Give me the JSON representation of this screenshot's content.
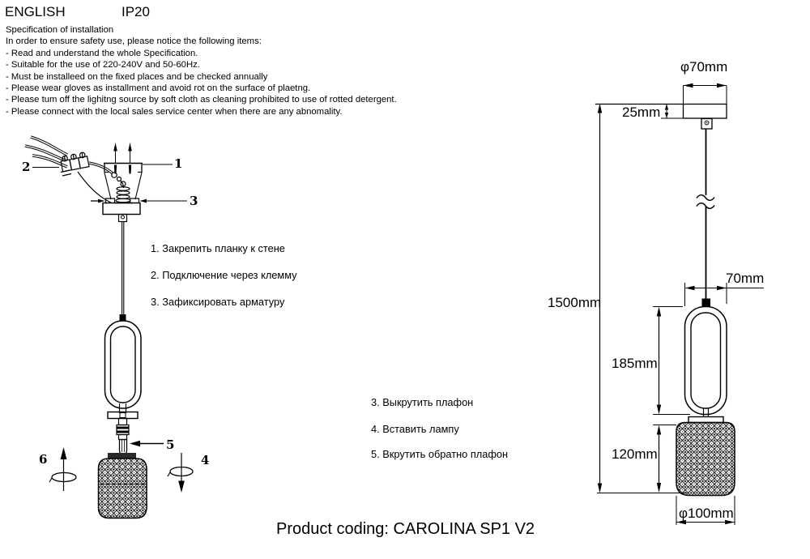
{
  "header": {
    "language": "ENGLISH",
    "ip_rating": "IP20"
  },
  "spec": {
    "title": "Specification of installation",
    "intro": "In order to ensure safety use, please notice the following items:",
    "items": [
      "- Read and understand the whole Specification.",
      "- Suitable for the use of 220-240V and 50-60Hz.",
      "- Must be installeed on the fixed places and be checked annually",
      "- Please wear gloves as installment and avoid rot on the surface of plaetng.",
      "- Please tum off the lighitng source by soft cloth as cleaning prohibited to use of rotted detergent.",
      "- Please connect with the local sales service center when there are any abnomality."
    ]
  },
  "install_steps": [
    "1. Закрепить планку к стене",
    "2. Подключение через клемму",
    "3. Зафиксировать арматуру"
  ],
  "bulb_steps": [
    "3. Выкрутить плафон",
    "4. Вставить лампу",
    "5. Вкрутить обратно плафон"
  ],
  "callouts": {
    "c1": "1",
    "c2": "2",
    "c3": "3",
    "c4": "4",
    "c5": "5",
    "c6": "6"
  },
  "dimensions": {
    "canopy_diameter": "φ70mm",
    "canopy_height": "25mm",
    "total_height": "1500mm",
    "ring_width": "70mm",
    "ring_height": "185mm",
    "shade_height": "120mm",
    "shade_diameter": "φ100mm"
  },
  "footer": {
    "product_coding": "Product coding: CAROLINA SP1 V2"
  },
  "colors": {
    "line": "#000000",
    "text": "#000000"
  }
}
